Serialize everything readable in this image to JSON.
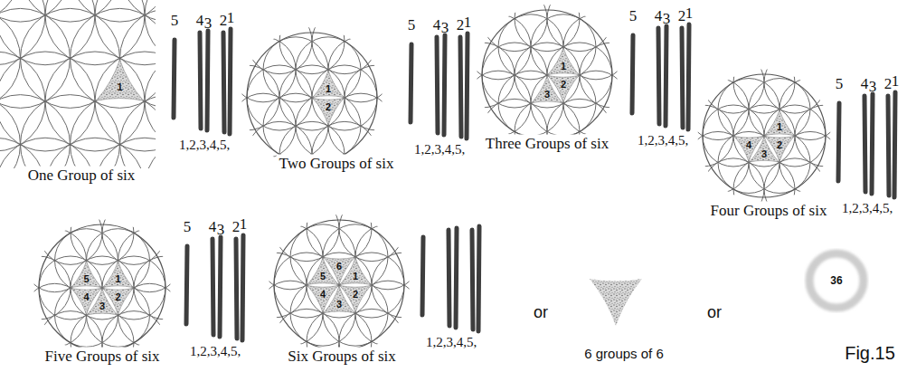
{
  "diagram": {
    "caption": "Fig.15",
    "nodes": [
      {
        "text": [
          "36"
        ]
      }
    ],
    "labels": [
      "1",
      "5",
      "4",
      "3",
      "2",
      "1",
      "1,2,3,4,5,",
      "One Group of six",
      "1",
      "2",
      "5",
      "4",
      "3",
      "2",
      "1",
      "1,2,3,4,5,",
      "Two Groups of six",
      "1",
      "2",
      "3",
      "5",
      "4",
      "3",
      "2",
      "1",
      "1,2,3,4,5,",
      "Three Groups of six",
      "1",
      "2",
      "3",
      "4",
      "5",
      "4",
      "3",
      "2",
      "1",
      "1,2,3,4,5,",
      "Four Groups of six",
      "1",
      "2",
      "3",
      "4",
      "5",
      "5",
      "4",
      "3",
      "2",
      "1",
      "1,2,3,4,5,",
      "Five Groups of six",
      "1",
      "2",
      "3",
      "4",
      "5",
      "6",
      "1,2,3,4,5,",
      "Six Groups of six",
      "or",
      "6 groups of 6",
      "or"
    ]
  }
}
